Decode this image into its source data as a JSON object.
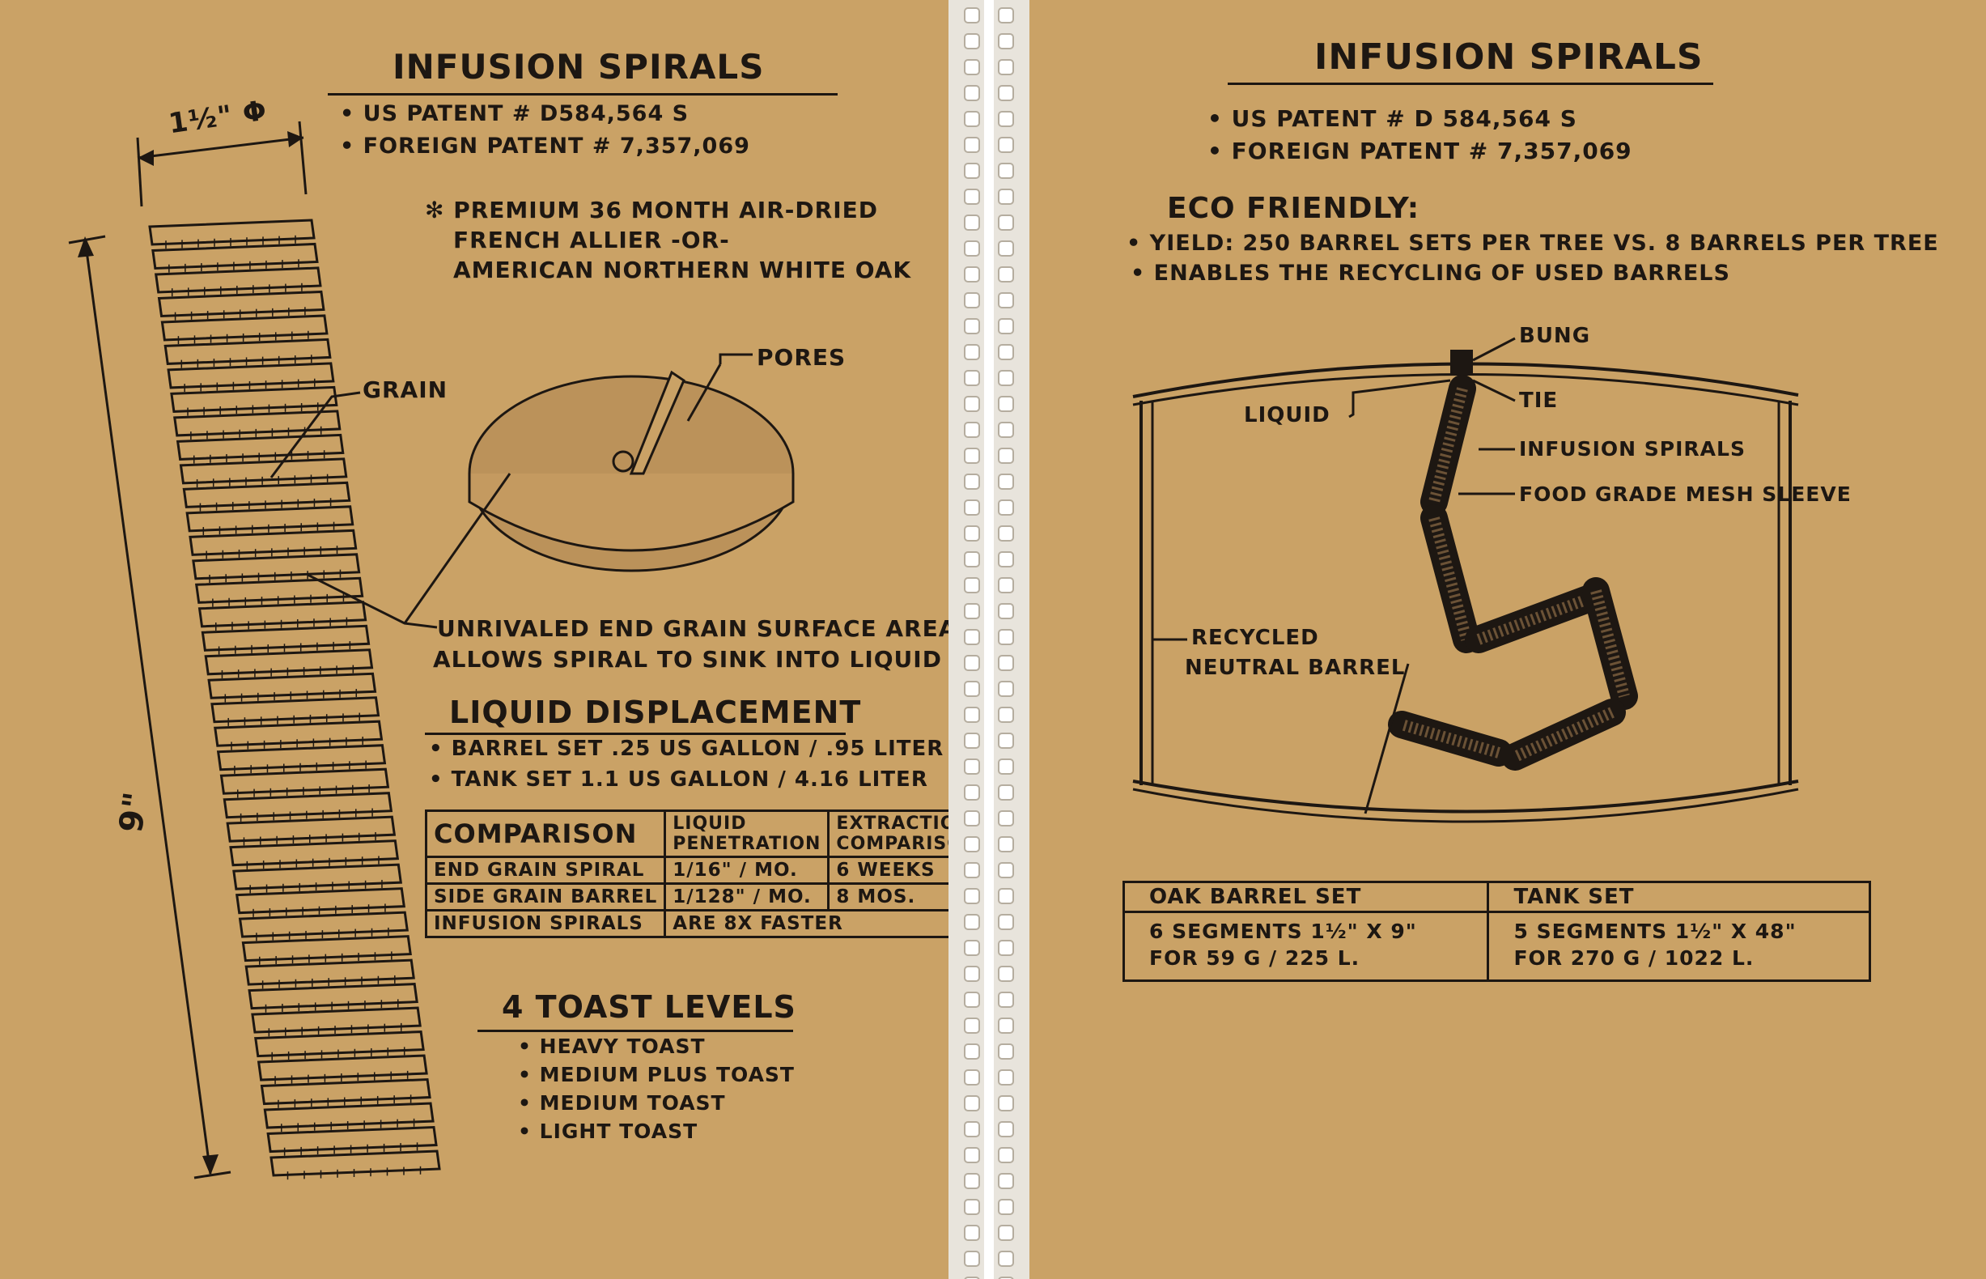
{
  "left": {
    "title": "INFUSION SPIRALS",
    "us_patent": "• US PATENT # D584,564 S",
    "foreign_patent": "• FOREIGN PATENT # 7,357,069",
    "premium_note": [
      "✻ PREMIUM 36 MONTH AIR-DRIED",
      "FRENCH ALLIER -OR-",
      "AMERICAN NORTHERN WHITE OAK"
    ],
    "dim_width": "1½\" ϕ",
    "dim_length": "9\"",
    "label_grain": "GRAIN",
    "label_pores": "PORES",
    "end_grain_note": [
      "UNRIVALED END GRAIN SURFACE AREA",
      "ALLOWS SPIRAL TO SINK INTO LIQUID"
    ],
    "displacement": {
      "heading": "LIQUID DISPLACEMENT",
      "rows": [
        "• BARREL SET   .25 US GALLON / .95 LITER",
        "• TANK SET   1.1 US GALLON / 4.16 LITER"
      ]
    },
    "comparison": {
      "header": [
        "COMPARISON",
        "LIQUID PENETRATION",
        "EXTRACTION COMPARISON"
      ],
      "rows": [
        [
          "END GRAIN SPIRAL",
          "1/16\" / MO.",
          "6 WEEKS"
        ],
        [
          "SIDE GRAIN BARREL",
          "1/128\" / MO.",
          "8 MOS."
        ],
        [
          "INFUSION SPIRALS",
          "ARE 8X FASTER",
          ""
        ]
      ]
    },
    "toast": {
      "heading": "4 TOAST LEVELS",
      "items": [
        "• HEAVY TOAST",
        "• MEDIUM PLUS TOAST",
        "• MEDIUM TOAST",
        "• LIGHT TOAST"
      ]
    }
  },
  "right": {
    "title": "INFUSION SPIRALS",
    "us_patent": "• US PATENT # D 584,564 S",
    "foreign_patent": "• FOREIGN PATENT # 7,357,069",
    "eco_heading": "ECO FRIENDLY:",
    "eco_items": [
      "• YIELD: 250 BARREL SETS PER TREE VS. 8 BARRELS PER TREE",
      "• ENABLES THE RECYCLING OF USED BARRELS"
    ],
    "labels": {
      "bung": "BUNG",
      "tie": "TIE",
      "liquid": "LIQUID",
      "infusion_spirals": "INFUSION SPIRALS",
      "mesh_sleeve": "FOOD GRADE MESH SLEEVE",
      "recycled_barrel": [
        "RECYCLED",
        "NEUTRAL BARREL"
      ]
    },
    "sets": {
      "header": [
        "OAK BARREL SET",
        "TANK SET"
      ],
      "row1": [
        "6 SEGMENTS   1½\" X 9\"",
        "5 SEGMENTS   1½\" X 48\""
      ],
      "row2": [
        "FOR 59 G / 225 L.",
        "FOR 270 G / 1022 L."
      ]
    }
  },
  "colors": {
    "paper": "#caa266",
    "ink": "#1d1712",
    "binding": "#e8e4dc"
  }
}
